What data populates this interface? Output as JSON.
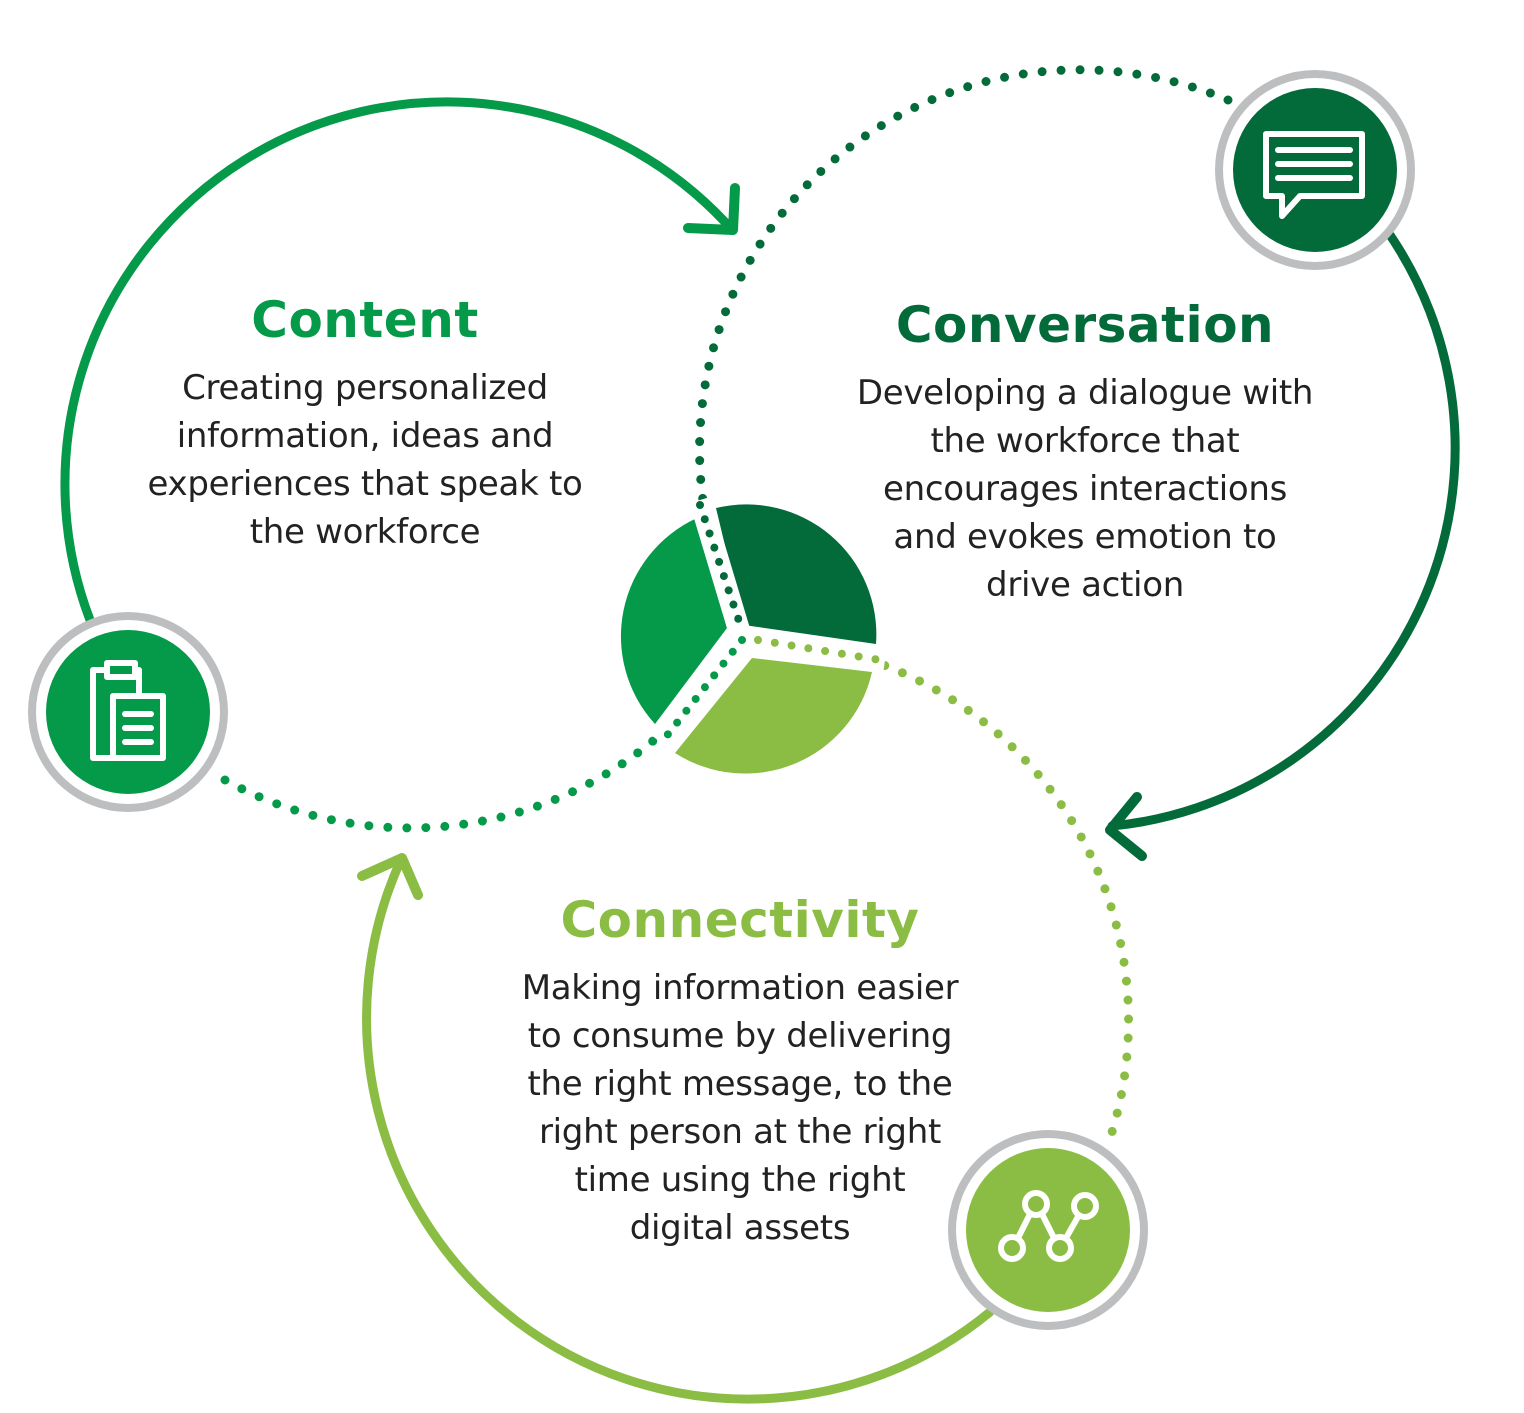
{
  "colors": {
    "content": "#05994A",
    "conversation": "#036A3A",
    "connectivity": "#8BBD44",
    "badge_ring": "#BDBEC0",
    "text": "#222222"
  },
  "sections": {
    "content": {
      "title": "Content",
      "description": "Creating personalized\ninformation, ideas and\nexperiences that speak to\nthe workforce",
      "icon": "clipboard-icon"
    },
    "conversation": {
      "title": "Conversation",
      "description": "Developing a dialogue with\nthe workforce that\nencourages interactions\nand evokes emotion to\ndrive action",
      "icon": "chat-bubble-icon"
    },
    "connectivity": {
      "title": "Connectivity",
      "description": "Making information easier\nto consume by delivering\nthe right message, to the\nright person at the right\ntime using the right\ndigital assets",
      "icon": "line-graph-icon"
    }
  }
}
